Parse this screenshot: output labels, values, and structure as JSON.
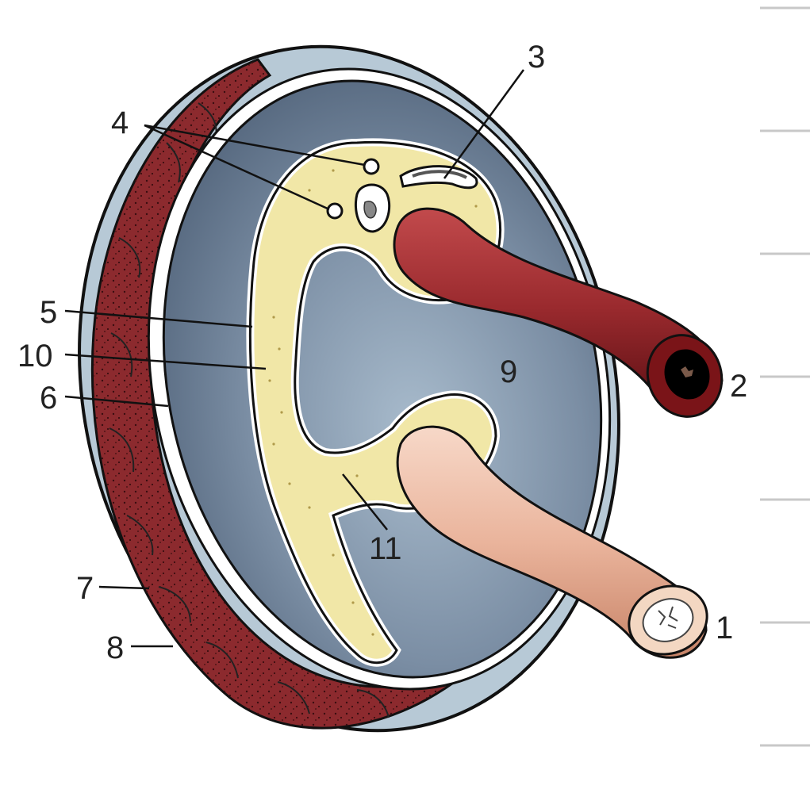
{
  "labels": {
    "l1": "1",
    "l2": "2",
    "l3": "3",
    "l4": "4",
    "l5": "5",
    "l6": "6",
    "l7": "7",
    "l8": "8",
    "l9": "9",
    "l10": "10",
    "l11": "11"
  },
  "colors": {
    "outer_wall": "#b7c9d6",
    "muscle": "#8c2a2e",
    "cavity": "#5b6e85",
    "mesentery": "#f1e7a7",
    "artery": "#8c1d22",
    "intestine": "#eab9a2"
  }
}
